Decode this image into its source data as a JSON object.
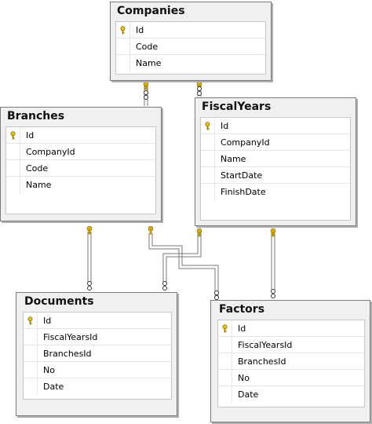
{
  "tables": {
    "companies": {
      "title": "Companies",
      "columns": [
        "Id",
        "Code",
        "Name"
      ]
    },
    "branches": {
      "title": "Branches",
      "columns": [
        "Id",
        "CompanyId",
        "Code",
        "Name"
      ]
    },
    "fiscalyears": {
      "title": "FiscalYears",
      "columns": [
        "Id",
        "CompanyId",
        "Name",
        "StartDate",
        "FinishDate"
      ]
    },
    "documents": {
      "title": "Documents",
      "columns": [
        "Id",
        "FiscalYearsId",
        "BranchesId",
        "No",
        "Date"
      ]
    },
    "factors": {
      "title": "Factors",
      "columns": [
        "Id",
        "FiscalYearsId",
        "BranchesId",
        "No",
        "Date"
      ]
    }
  },
  "primary_key_icon": "key-icon",
  "relationships": [
    {
      "from": "Companies.Id",
      "to": "Branches.CompanyId",
      "type": "one-to-many"
    },
    {
      "from": "Companies.Id",
      "to": "FiscalYears.CompanyId",
      "type": "one-to-many"
    },
    {
      "from": "Branches.Id",
      "to": "Documents.BranchesId",
      "type": "one-to-many"
    },
    {
      "from": "Branches.Id",
      "to": "Factors.BranchesId",
      "type": "one-to-many"
    },
    {
      "from": "FiscalYears.Id",
      "to": "Documents.FiscalYearsId",
      "type": "one-to-many"
    },
    {
      "from": "FiscalYears.Id",
      "to": "Factors.FiscalYearsId",
      "type": "one-to-many"
    }
  ],
  "colors": {
    "connector": "#7a7a7a",
    "key_symbol": "#d6b000",
    "table_bg": "#f0f0f0"
  }
}
